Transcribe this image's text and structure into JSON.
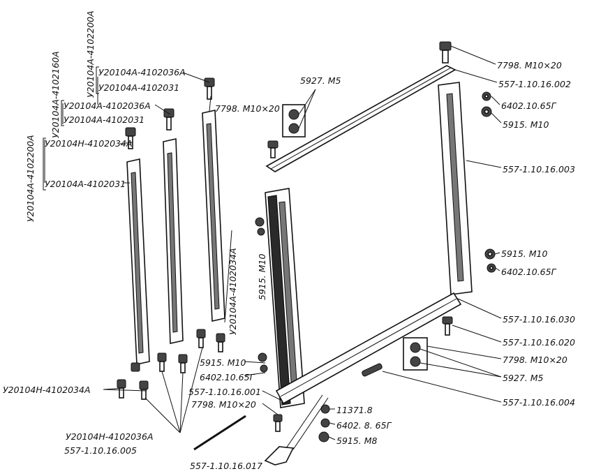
{
  "labels": {
    "l01": "7798. M10×20",
    "l02": "557-1.10.16.002",
    "l03": "6402.10.65Г",
    "l04": "5915. M10",
    "l05": "557-1.10.16.003",
    "l06": "5915. M10",
    "l07": "6402.10.65Г",
    "l08": "557-1.10.16.030",
    "l09": "557-1.10.16.020",
    "l10": "7798. M10×20",
    "l11": "5927. M5",
    "l12": "557-1.10.16.004",
    "l13": "11371.8",
    "l14": "6402. 8. 65Г",
    "l15": "5915. M8",
    "l16": "557-1.10.16.017",
    "l17": "557-1.10.16.005",
    "l18": "У20104Н-4102036А",
    "l19": "У20104Н-4102034А",
    "l20": "5915. M10",
    "l21": "6402.10.65Г",
    "l22": "557-1.10.16.001",
    "l23": "7798. M10×20",
    "l24": "5927. M5",
    "l25": "У20104А-4102036А",
    "l26": "У20104А-4102031",
    "l27": "7798. M10×20",
    "l28": "У20104А-4102036А",
    "l29": "У20104А-4102031",
    "l30": "У20104Н-4102034А",
    "l31": "У20104А-4102031",
    "v01": "У20104А-4102200А",
    "v02": "У20104А-4102160А",
    "v03": "У20104А-4102200А",
    "v04": "5915. M10",
    "v05": "У20104А-4102034А"
  },
  "colors": {
    "ink": "#111111",
    "paper": "#ffffff"
  }
}
